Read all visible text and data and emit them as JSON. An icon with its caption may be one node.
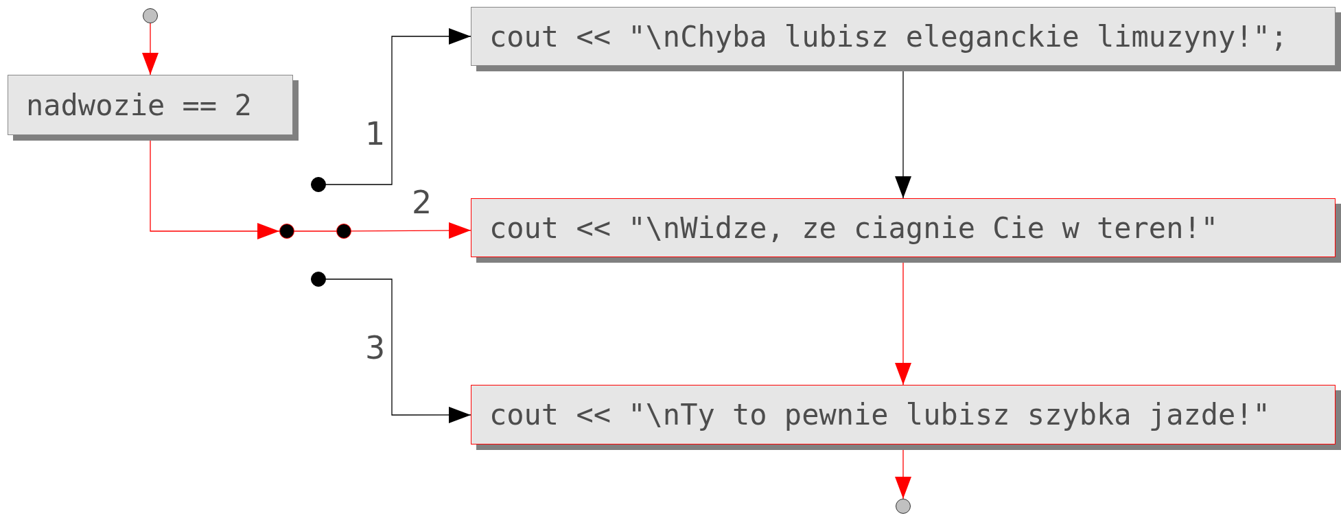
{
  "diagram": {
    "nodes": [
      {
        "text": [],
        "shape": "circle"
      },
      {
        "text": [
          "nadwozie == 2"
        ]
      },
      {
        "text": [
          "cout << \"\\nChyba lubisz eleganckie limuzyny!\";"
        ]
      },
      {
        "text": [],
        "shape": "circle"
      },
      {
        "text": [],
        "shape": "circle"
      },
      {
        "text": [],
        "shape": "circle"
      },
      {
        "text": [
          "cout << \"\\nWidze, ze ciagnie Cie w teren!\""
        ]
      },
      {
        "text": [],
        "shape": "circle"
      },
      {
        "text": [
          "cout << \"\\nTy to pewnie lubisz szybka jazde!\""
        ]
      },
      {
        "text": [],
        "shape": "circle"
      }
    ],
    "edges": [
      {
        "from": 0,
        "to": 1,
        "arrow": "to"
      },
      {
        "from": 1,
        "to": 4,
        "arrow": "to"
      },
      {
        "from": 5,
        "to": 6,
        "arrow": "to"
      },
      {
        "from": 3,
        "to": 2,
        "arrow": "to",
        "color": "#000000"
      },
      {
        "from": 7,
        "to": 8,
        "arrow": "to",
        "color": "#000000"
      },
      {
        "from": 2,
        "to": 6,
        "arrow": "to",
        "color": "#000000"
      },
      {
        "from": 6,
        "to": 8,
        "arrow": "to"
      },
      {
        "from": 8,
        "to": 9,
        "arrow": "to"
      },
      {
        "from": 4,
        "to": 5,
        "arrow": "none"
      }
    ],
    "labels": [
      "1",
      "2",
      "3"
    ]
  }
}
